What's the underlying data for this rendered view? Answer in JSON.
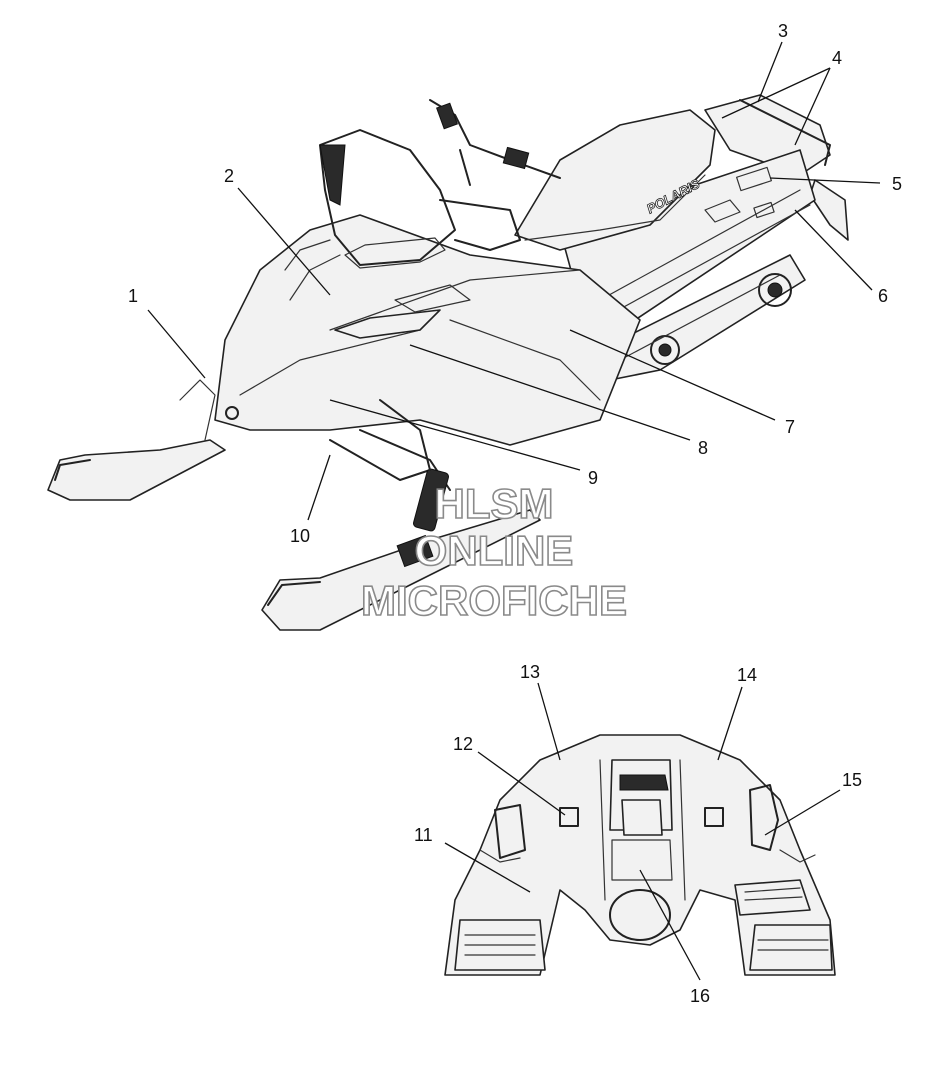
{
  "callouts": [
    {
      "id": "1",
      "label": "1"
    },
    {
      "id": "2",
      "label": "2"
    },
    {
      "id": "3",
      "label": "3"
    },
    {
      "id": "4",
      "label": "4"
    },
    {
      "id": "5",
      "label": "5"
    },
    {
      "id": "6",
      "label": "6"
    },
    {
      "id": "7",
      "label": "7"
    },
    {
      "id": "8",
      "label": "8"
    },
    {
      "id": "9",
      "label": "9"
    },
    {
      "id": "10",
      "label": "10"
    },
    {
      "id": "11",
      "label": "11"
    },
    {
      "id": "12",
      "label": "12"
    },
    {
      "id": "13",
      "label": "13"
    },
    {
      "id": "14",
      "label": "14"
    },
    {
      "id": "15",
      "label": "15"
    },
    {
      "id": "16",
      "label": "16"
    }
  ],
  "watermark": {
    "line1": "HLSM",
    "line2": "ONLINE",
    "line3": "MICROFICHE"
  },
  "logo_text": "POLARIS"
}
